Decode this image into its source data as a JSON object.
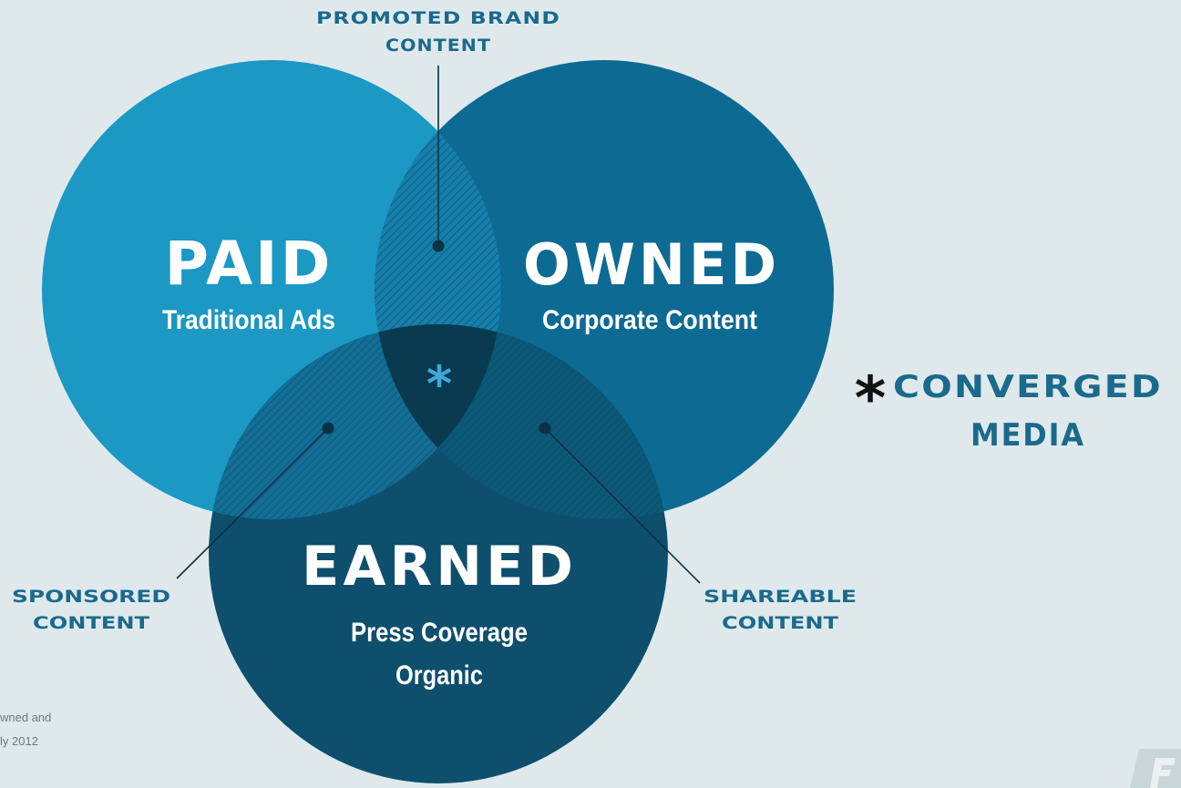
{
  "circles": {
    "paid": {
      "title": "PAID",
      "subtitle": "Traditional Ads",
      "color": "#1b98c4"
    },
    "owned": {
      "title": "OWNED",
      "subtitle": "Corporate Content",
      "color": "#0d6a93"
    },
    "earned": {
      "title": "EARNED",
      "subtitle_line1": "Press Coverage",
      "subtitle_line2": "Organic",
      "color": "#0d4f6c"
    }
  },
  "center_marker": "*",
  "callouts": {
    "promoted": {
      "line1": "PROMOTED BRAND",
      "line2": "CONTENT"
    },
    "sponsored": {
      "line1": "SPONSORED",
      "line2": "CONTENT"
    },
    "shareable": {
      "line1": "SHAREABLE",
      "line2": "CONTENT"
    }
  },
  "converged": {
    "star": "*",
    "line1": "CONVERGED",
    "line2": "MEDIA"
  },
  "footnote": {
    "line1": "wned and",
    "line2": "ly 2012"
  },
  "colors": {
    "background": "#dfe9ec",
    "label_text": "#1a6a8c",
    "center": "#0a3a4f",
    "center_star": "#3fa9d6",
    "hatch": "#0a4560"
  }
}
